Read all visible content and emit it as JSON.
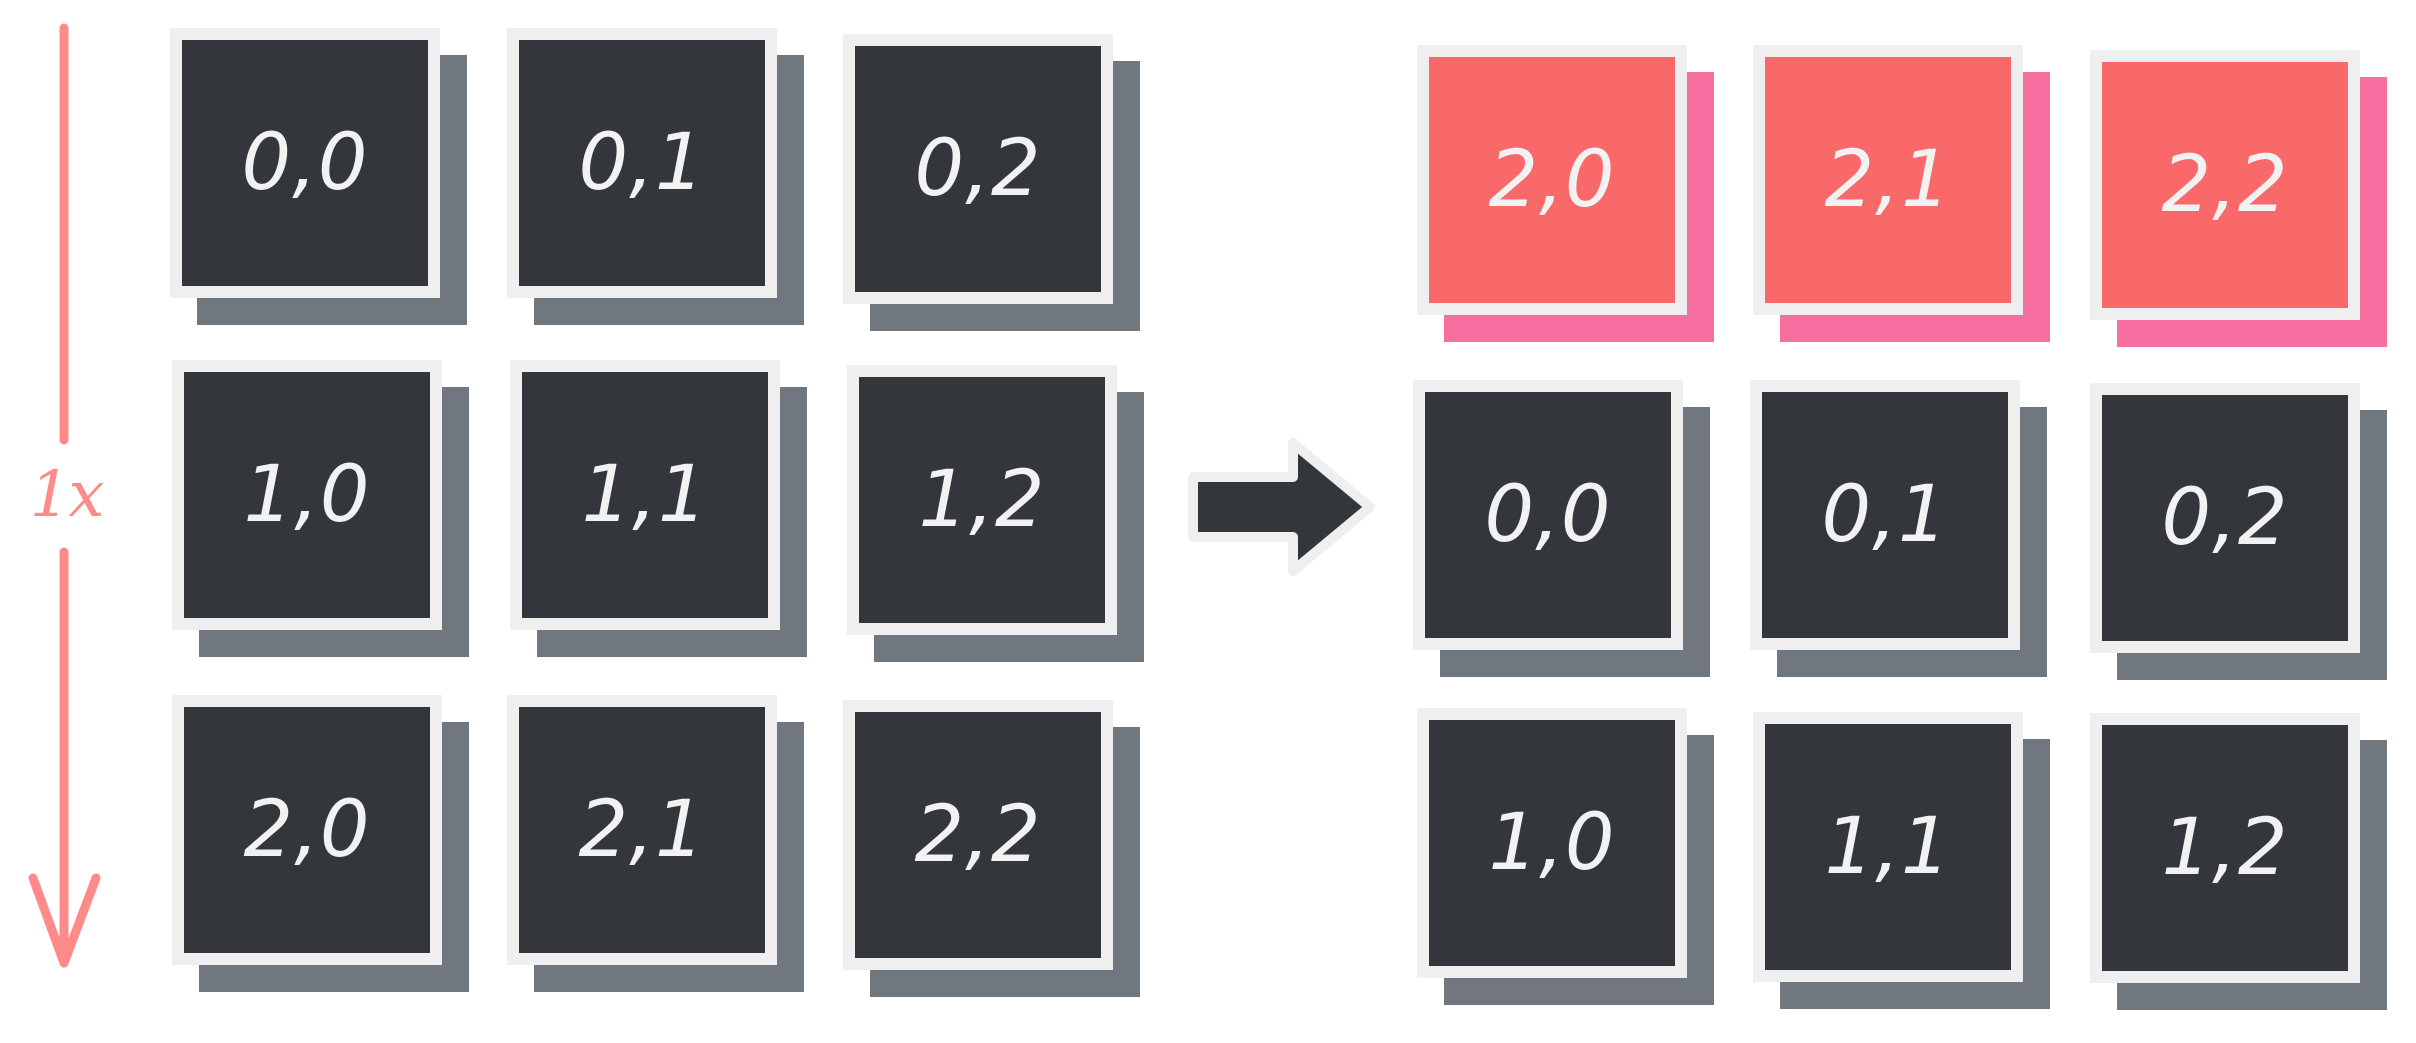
{
  "scale_label": "1x",
  "left_grid": [
    {
      "label": "0,0",
      "highlight": false
    },
    {
      "label": "0,1",
      "highlight": false
    },
    {
      "label": "0,2",
      "highlight": false
    },
    {
      "label": "1,0",
      "highlight": false
    },
    {
      "label": "1,1",
      "highlight": false
    },
    {
      "label": "1,2",
      "highlight": false
    },
    {
      "label": "2,0",
      "highlight": false
    },
    {
      "label": "2,1",
      "highlight": false
    },
    {
      "label": "2,2",
      "highlight": false
    }
  ],
  "right_grid": [
    {
      "label": "2,0",
      "highlight": true
    },
    {
      "label": "2,1",
      "highlight": true
    },
    {
      "label": "2,2",
      "highlight": true
    },
    {
      "label": "0,0",
      "highlight": false
    },
    {
      "label": "0,1",
      "highlight": false
    },
    {
      "label": "0,2",
      "highlight": false
    },
    {
      "label": "1,0",
      "highlight": false
    },
    {
      "label": "1,1",
      "highlight": false
    },
    {
      "label": "1,2",
      "highlight": false
    }
  ],
  "colors": {
    "cell_fill": "#33373b",
    "cell_border": "#efefef",
    "cell_shadow": "#71777e",
    "highlight_fill": "#f96969",
    "highlight_shadow": "#f76fa0",
    "arrow_accent": "#ff8a8a"
  }
}
